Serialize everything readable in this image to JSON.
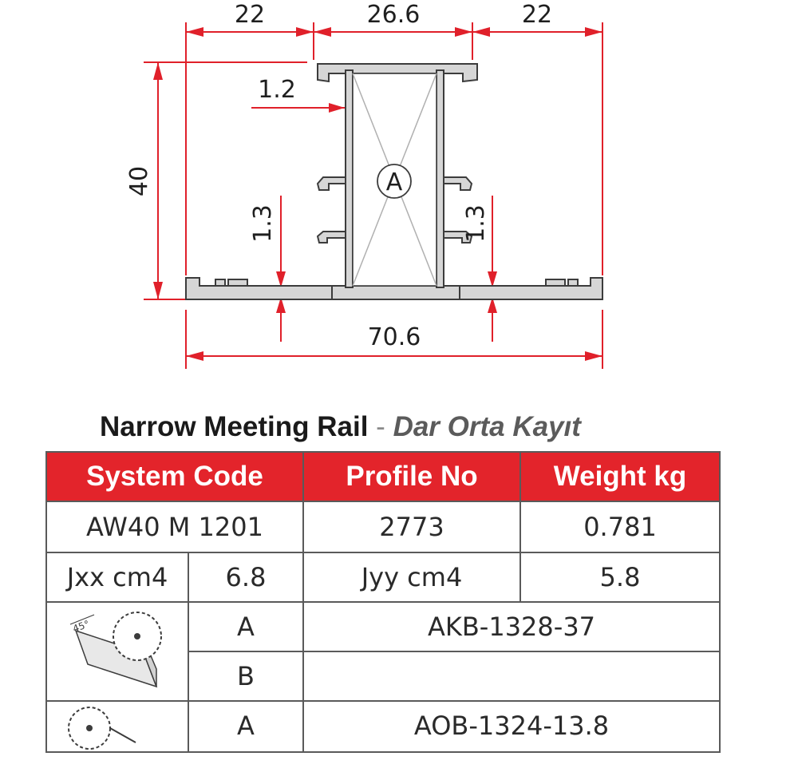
{
  "diagram": {
    "dim_top_left": "22",
    "dim_top_middle": "26.6",
    "dim_top_right": "22",
    "dim_height": "40",
    "dim_wall_top": "1.2",
    "dim_wall_left": "1.3",
    "dim_wall_right": "1.3",
    "dim_total_width": "70.6",
    "chamber_label": "A"
  },
  "title": {
    "main": "Narrow Meeting Rail",
    "separator": " - ",
    "subtitle": "Dar Orta Kayıt"
  },
  "table": {
    "headers": [
      "System Code",
      "Profile No",
      "Weight kg"
    ],
    "row1": {
      "system_code": "AW40 M 1201",
      "profile_no": "2773",
      "weight": "0.781"
    },
    "row2": {
      "jxx_label": "Jxx cm4",
      "jxx_value": "6.8",
      "jyy_label": "Jyy cm4",
      "jyy_value": "5.8"
    },
    "cut45": {
      "angle_label": "45°",
      "row_a_label": "A",
      "row_a_value": "AKB-1328-37",
      "row_b_label": "B",
      "row_b_value": ""
    },
    "cut90": {
      "row_a_label": "A",
      "row_a_value": "AOB-1324-13.8"
    }
  },
  "colors": {
    "header_bg": "#e3242b",
    "dimension_lines": "#e0202a",
    "profile_fill": "#d6d6d6"
  }
}
